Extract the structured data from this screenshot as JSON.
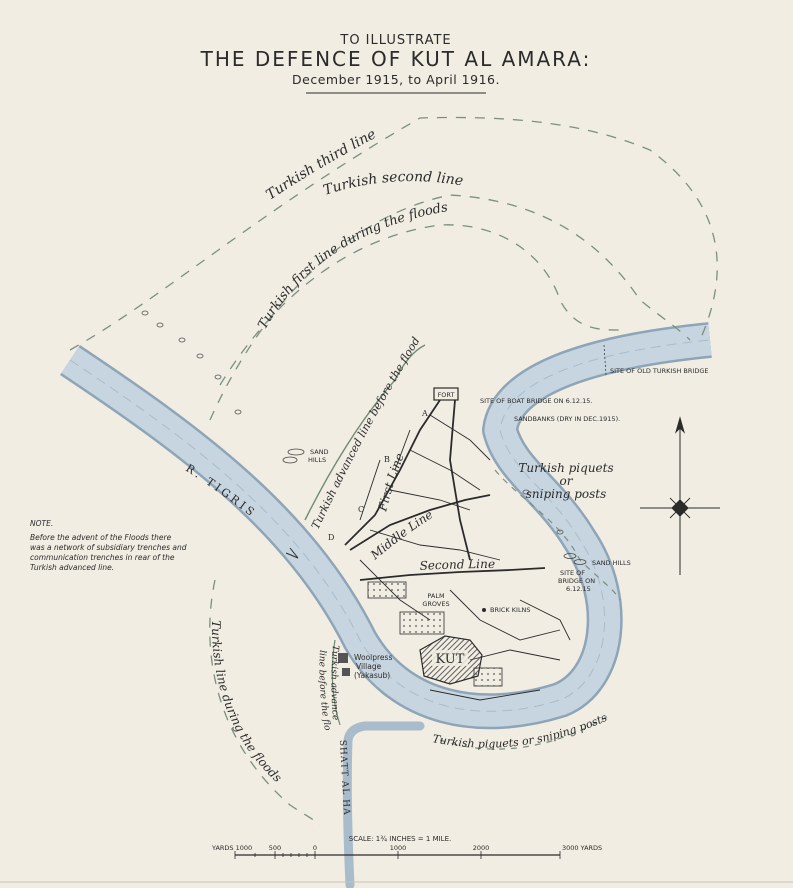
{
  "title": {
    "line1": "TO ILLUSTRATE",
    "line2": "THE DEFENCE OF KUT AL AMARA:",
    "line3": "December 1915, to April 1916."
  },
  "lines": {
    "turkish_third": "Turkish third line",
    "turkish_second": "Turkish second line",
    "turkish_first_floods": "Turkish first line during the floods",
    "turkish_advanced_before_floods": "Turkish advanced line before the floods",
    "first_line": "First Line",
    "middle_line": "Middle Line",
    "second_line": "Second Line",
    "turkish_line_floods": "Turkish line during the floods",
    "turkish_advanced_before_floods_2a": "Turkish advanced",
    "turkish_advanced_before_floods_2b": "line before the floods"
  },
  "river": {
    "tigris": "R. TIGRIS",
    "shatt": "SHATT AL HAI"
  },
  "places": {
    "fort": "FORT",
    "sand_hills_1a": "SAND",
    "sand_hills_1b": "HILLS",
    "sand_hills_2": "SAND HILLS",
    "palm_groves_a": "PALM",
    "palm_groves_b": "GROVES",
    "brick_kilns": "BRICK KILNS",
    "kut": "KUT",
    "woolpress_a": "Woolpress",
    "woolpress_b": "Village",
    "woolpress_c": "(Yakasub)",
    "old_turkish_bridge": "SITE OF OLD TURKISH BRIDGE",
    "boat_bridge_1": "SITE OF BOAT BRIDGE ON 6.12.15.",
    "sandbanks": "SANDBANKS (DRY IN DEC.1915).",
    "site_bridge_a": "SITE OF",
    "site_bridge_b": "BRIDGE ON",
    "site_bridge_c": "6.12.15"
  },
  "piquets": {
    "p1_a": "Turkish piquets",
    "p1_b": "or",
    "p1_c": "sniping posts",
    "p2": "Turkish piquets or sniping posts"
  },
  "redoubts": [
    "A",
    "B",
    "C",
    "D"
  ],
  "note": {
    "heading": "NOTE.",
    "lines": [
      "Before the advent of the Floods there",
      "was a network of subsidiary trenches and",
      "communication trenches in rear of the",
      "Turkish advanced line."
    ]
  },
  "scale": {
    "title": "SCALE: 1¾ INCHES = 1 MILE.",
    "labels": [
      "YARDS 1000",
      "500",
      "0",
      "1000",
      "2000",
      "3000 YARDS"
    ]
  },
  "colors": {
    "paper": "#f1ede3",
    "ink": "#2b2b2b",
    "water": "#a9bccb",
    "dashed": "#7b8f80"
  }
}
